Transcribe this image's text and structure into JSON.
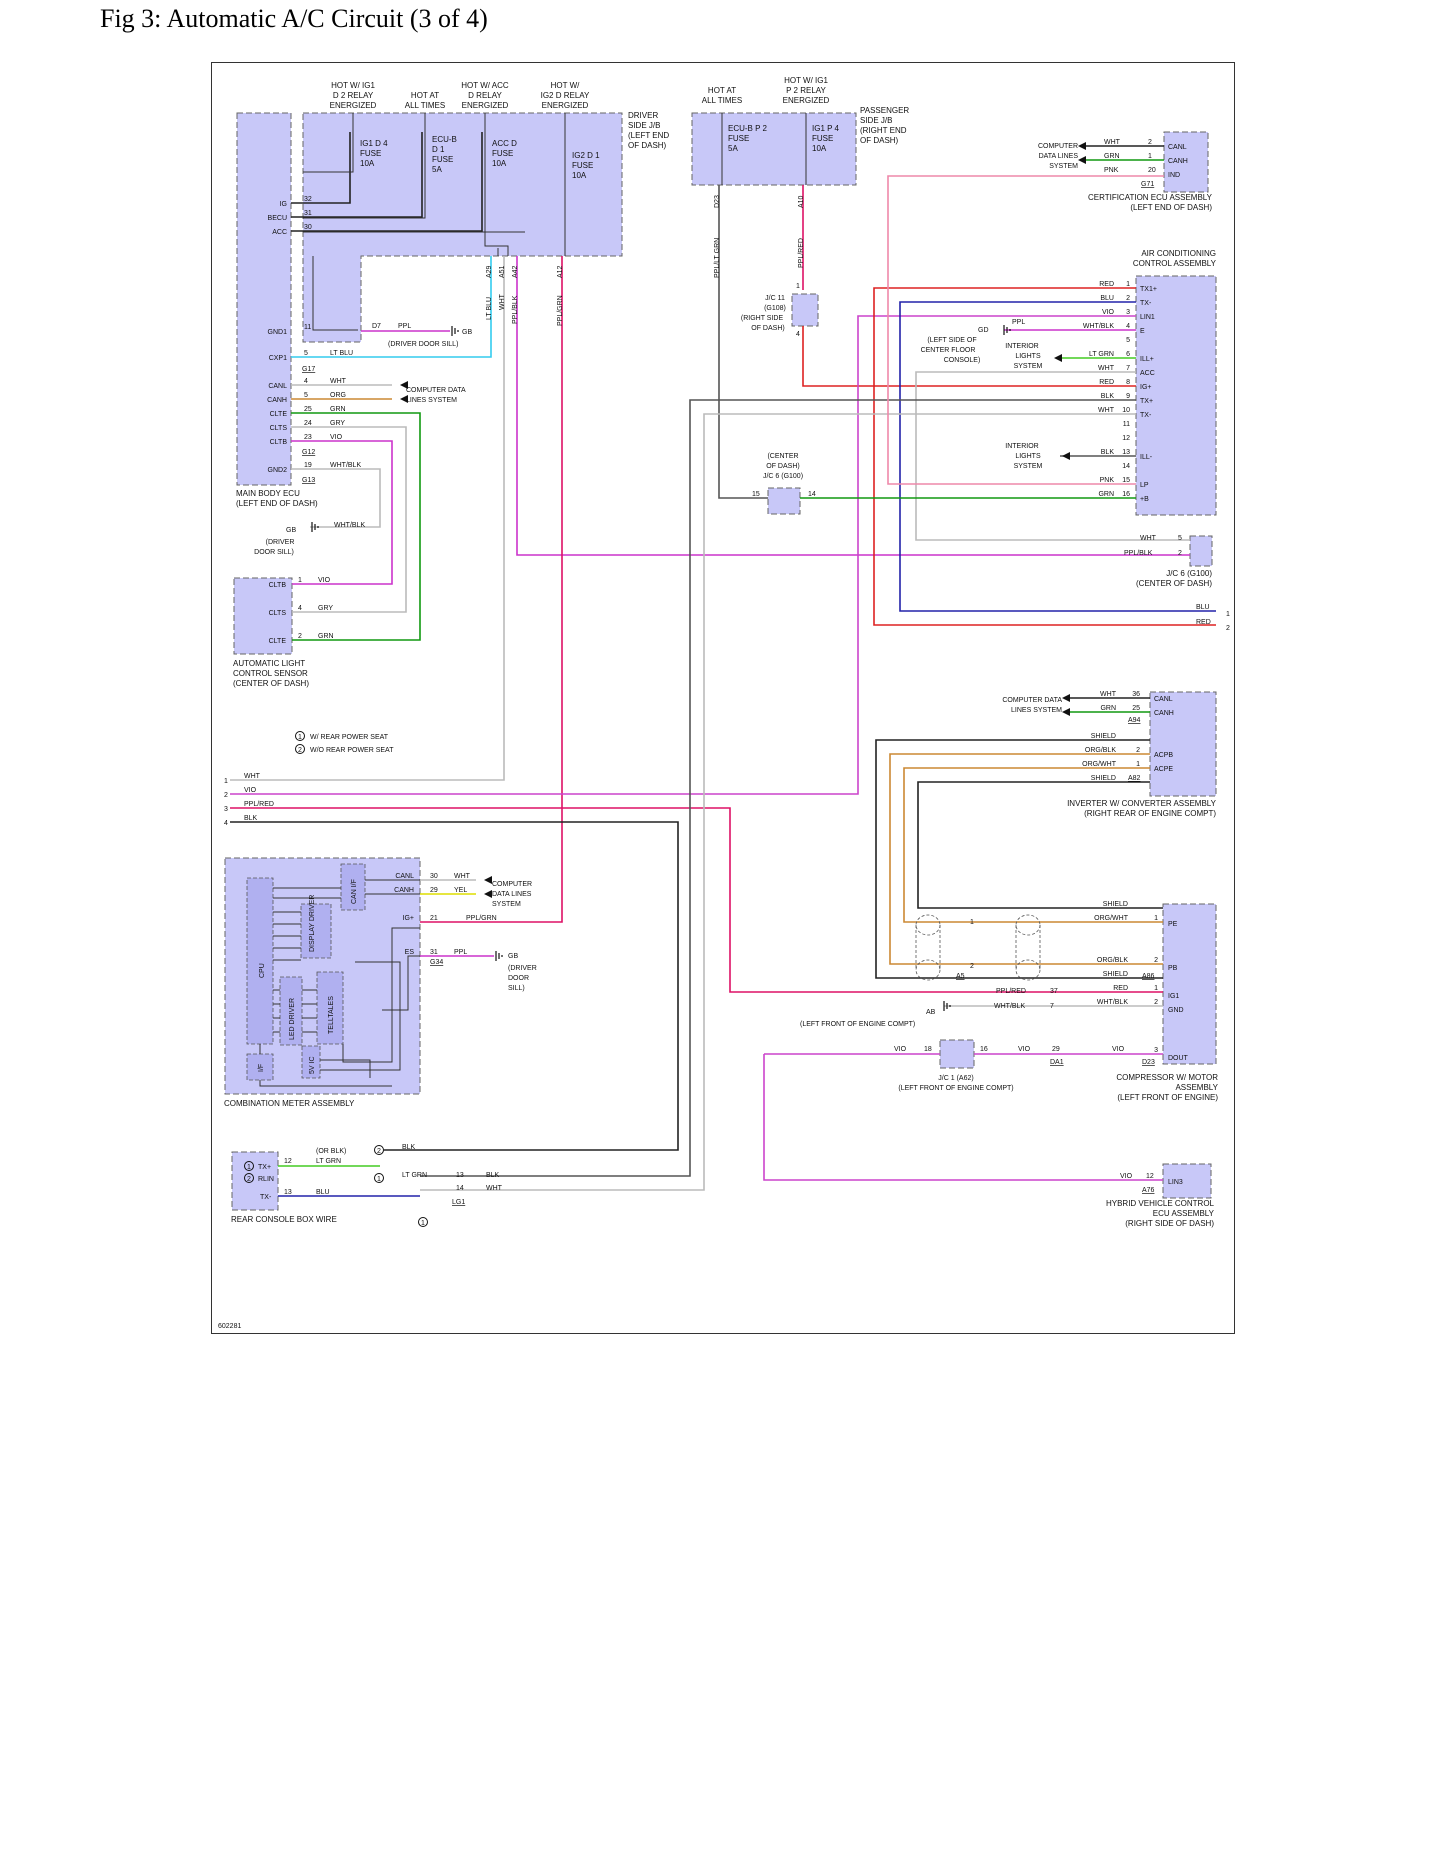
{
  "page": {
    "title": "Fig 3: Automatic A/C Circuit (3 of 4)",
    "figure_code": "602281"
  },
  "colors": {
    "wire_black": "#222222",
    "wire_white": "#bbbbbb",
    "wire_ltblu": "#33ccee",
    "wire_ppl": "#cc33cc",
    "wire_ppl_red": "#dd1166",
    "wire_red": "#dd2222",
    "wire_blu": "#2222aa",
    "wire_vio": "#cc44cc",
    "wire_grn": "#119911",
    "wire_ltgrn": "#44cc22",
    "wire_org": "#cc8833",
    "wire_pnk": "#ee88aa",
    "wire_yel": "#dddd00",
    "box_fill": "#c8c8f8"
  },
  "relays": {
    "r1": [
      "HOT W/ IG1",
      "D 2 RELAY",
      "ENERGIZED"
    ],
    "r2": [
      "HOT AT",
      "ALL TIMES"
    ],
    "r3": [
      "HOT W/ ACC",
      "D RELAY",
      "ENERGIZED"
    ],
    "r4": [
      "HOT W/",
      "IG2 D RELAY",
      "ENERGIZED"
    ],
    "r5": [
      "HOT AT",
      "ALL TIMES"
    ],
    "r6": [
      "HOT W/ IG1",
      "P 2 RELAY",
      "ENERGIZED"
    ]
  },
  "fuses": {
    "f1": [
      "IG1 D 4",
      "FUSE",
      "10A"
    ],
    "f2": [
      "ECU-B",
      "D 1",
      "FUSE",
      "5A"
    ],
    "f3": [
      "ACC D",
      "FUSE",
      "10A"
    ],
    "f4": [
      "IG2 D 1",
      "FUSE",
      "10A"
    ],
    "f5": [
      "ECU-B P 2",
      "FUSE",
      "5A"
    ],
    "f6": [
      "IG1 P 4",
      "FUSE",
      "10A"
    ]
  },
  "driver_jb": [
    "DRIVER",
    "SIDE J/B",
    "(LEFT END",
    "OF DASH)"
  ],
  "passenger_jb": [
    "PASSENGER",
    "SIDE J/B",
    "(RIGHT END",
    "OF DASH)"
  ],
  "jb_conn": {
    "a29": "A29",
    "a51": "A51",
    "a42": "A42",
    "a12": "A12",
    "d23": "D23",
    "a10": "A10"
  },
  "vwires": {
    "ltblu": "LT BLU",
    "wht": "WHT",
    "pplblk": "PPL/BLK",
    "pplgrn": "PPL/GRN",
    "ppllt": "PPL/LT GRN",
    "pplred": "PPL/RED"
  },
  "main_body": {
    "pins": [
      "IG",
      "BECU",
      "ACC",
      "GND1",
      "CXP1",
      "CANL",
      "CANH",
      "CLTE",
      "CLTS",
      "CLTB",
      "GND2"
    ],
    "nums": [
      "32",
      "31",
      "30",
      "11",
      "5",
      "4",
      "5",
      "25",
      "24",
      "23",
      "19"
    ],
    "conn": {
      "g17": "G17",
      "g12": "G12",
      "g13": "G13"
    },
    "wires": [
      "LT BLU",
      "WHT",
      "ORG",
      "GRN",
      "GRY",
      "VIO",
      "WHT/BLK"
    ],
    "name": [
      "MAIN BODY ECU",
      "(LEFT END OF DASH)"
    ],
    "d7": "D7",
    "ppl": "PPL",
    "gb": "GB",
    "gb_note": "(DRIVER DOOR SILL)",
    "cdls": [
      "COMPUTER DATA",
      "LINES SYSTEM"
    ]
  },
  "gb2": {
    "label": "GB",
    "note": [
      "(DRIVER",
      "DOOR SILL)"
    ],
    "wire": "WHT/BLK"
  },
  "light_sensor": {
    "pins": [
      "CLTB",
      "CLTS",
      "CLTE"
    ],
    "nums": [
      "1",
      "4",
      "2"
    ],
    "wires": [
      "VIO",
      "GRY",
      "GRN"
    ],
    "name": [
      "AUTOMATIC LIGHT",
      "CONTROL SENSOR",
      "(CENTER OF DASH)"
    ]
  },
  "legend": {
    "c1": "1",
    "c2": "2",
    "l1": "W/ REAR POWER SEAT",
    "l2": "W/O REAR POWER SEAT"
  },
  "offpage": {
    "nums": [
      "1",
      "2",
      "3",
      "4"
    ],
    "wires": [
      "WHT",
      "VIO",
      "PPL/RED",
      "BLK"
    ]
  },
  "cert_ecu": {
    "pins": [
      "CANL",
      "CANH",
      "IND"
    ],
    "nums": [
      "2",
      "1",
      "20"
    ],
    "wires": [
      "WHT",
      "GRN",
      "PNK"
    ],
    "conn": "G71",
    "cdls": [
      "COMPUTER",
      "DATA LINES",
      "SYSTEM"
    ],
    "name": [
      "CERTIFICATION ECU ASSEMBLY",
      "(LEFT END OF DASH)"
    ]
  },
  "jc11": {
    "label": [
      "J/C 11",
      "(G108)",
      "(RIGHT SIDE",
      "OF DASH)"
    ],
    "p1": "1",
    "p4": "4"
  },
  "ac_ecu": {
    "title": [
      "AIR CONDITIONING",
      "CONTROL ASSEMBLY"
    ],
    "pins": [
      "TX1+",
      "TX-",
      "LIN1",
      "E",
      "",
      "ILL+",
      "ACC",
      "IG+",
      "TX+",
      "TX-",
      "",
      "",
      "ILL-",
      "",
      "LP",
      "+B"
    ],
    "wires": [
      "RED",
      "BLU",
      "VIO",
      "WHT/BLK",
      "",
      "LT GRN",
      "WHT",
      "RED",
      "BLK",
      "WHT",
      "",
      "",
      "BLK",
      "",
      "PNK",
      "GRN"
    ],
    "nums": [
      "1",
      "2",
      "3",
      "4",
      "5",
      "6",
      "7",
      "8",
      "9",
      "10",
      "11",
      "12",
      "13",
      "14",
      "15",
      "16"
    ],
    "gd": "GD",
    "gd_wire": "PPL",
    "gd_note": [
      "(LEFT SIDE OF",
      "CENTER FLOOR",
      "CONSOLE)"
    ],
    "ils": [
      "INTERIOR",
      "LIGHTS",
      "SYSTEM"
    ]
  },
  "jc6": {
    "label": [
      "(CENTER",
      "OF DASH)",
      "J/C 6 (G100)"
    ],
    "p15": "15",
    "p14": "14"
  },
  "jc6b": {
    "wires": [
      "WHT",
      "PPL/BLK"
    ],
    "nums": [
      "5",
      "2"
    ],
    "label": [
      "J/C 6 (G100)",
      "(CENTER OF DASH)"
    ]
  },
  "right_off": {
    "wires": [
      "BLU",
      "RED"
    ],
    "nums": [
      "1",
      "2"
    ]
  },
  "inverter": {
    "pins": [
      "CANL",
      "CANH",
      "ACPB",
      "ACPE"
    ],
    "nums": [
      "36",
      "25",
      "2",
      "1"
    ],
    "wires": [
      "WHT",
      "GRN",
      "SHIELD",
      "ORG/BLK",
      "ORG/WHT",
      "SHIELD"
    ],
    "conn": {
      "a94": "A94",
      "a82": "A82"
    },
    "cdls": [
      "COMPUTER DATA",
      "LINES SYSTEM"
    ],
    "name": [
      "INVERTER W/ CONVERTER ASSEMBLY",
      "(RIGHT REAR OF ENGINE COMPT)"
    ]
  },
  "combo": {
    "name": "COMBINATION METER ASSEMBLY",
    "blocks": {
      "cpu": "CPU",
      "can": "CAN I/F",
      "disp": "DISPLAY DRIVER",
      "led": "LED DRIVER",
      "tell": "TELLTALES",
      "v5": "5V IC",
      "if": "I/F"
    },
    "pins": [
      "CANL",
      "CANH",
      "IG+",
      "ES"
    ],
    "nums": [
      "30",
      "29",
      "21",
      "31"
    ],
    "wires": [
      "WHT",
      "YEL",
      "PPL/GRN",
      "PPL"
    ],
    "conn": "G34",
    "cdls": [
      "COMPUTER",
      "DATA LINES",
      "SYSTEM"
    ],
    "gb": "GB",
    "gb_note": [
      "(DRIVER",
      "DOOR",
      "SILL)"
    ]
  },
  "compressor": {
    "pins": [
      "PE",
      "PB",
      "IG1",
      "GND",
      "DOUT"
    ],
    "wires": [
      "SHIELD",
      "ORG/WHT",
      "ORG/BLK",
      "SHIELD",
      "RED",
      "WHT/BLK",
      "VIO"
    ],
    "nums": [
      "1",
      "2",
      "1",
      "2",
      "3"
    ],
    "conn": {
      "a86": "A86",
      "d23": "D23",
      "a5": "A5"
    },
    "name": [
      "COMPRESSOR W/ MOTOR",
      "ASSEMBLY",
      "(LEFT FRONT OF ENGINE)"
    ],
    "sp": {
      "n1": "1",
      "n2": "2"
    }
  },
  "ab": {
    "wires": [
      "PPL/RED",
      "WHT/BLK"
    ],
    "nums": [
      "37",
      "7"
    ],
    "label": "AB",
    "note": "(LEFT FRONT OF ENGINE COMPT)"
  },
  "jc1": {
    "wires": [
      "VIO",
      "VIO",
      "VIO"
    ],
    "nums": [
      "18",
      "16",
      "29"
    ],
    "conn": "DA1",
    "label": [
      "J/C 1 (A62)",
      "(LEFT FRONT OF ENGINE COMPT)"
    ]
  },
  "hybrid": {
    "pin": "LIN3",
    "wire": "VIO",
    "num": "12",
    "conn": "A76",
    "name": [
      "HYBRID VEHICLE CONTROL",
      "ECU ASSEMBLY",
      "(RIGHT SIDE OF DASH)"
    ]
  },
  "rear": {
    "pins": [
      "TX+",
      "RLIN",
      "TX-"
    ],
    "c1": "1",
    "c2": "2",
    "nums": [
      "12",
      "13"
    ],
    "wires": [
      "(OR BLK)",
      "LT GRN",
      "BLU",
      "BLK",
      "LT GRN",
      "BLK",
      "WHT"
    ],
    "mnums": [
      "13",
      "14"
    ],
    "conn": "LG1",
    "name": "REAR CONSOLE BOX WIRE"
  }
}
